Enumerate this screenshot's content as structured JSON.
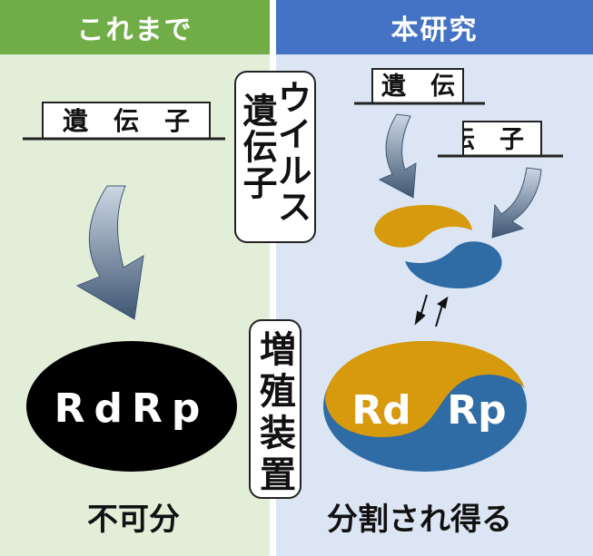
{
  "left": {
    "header": "これまで",
    "gene_label": "遺　伝　子",
    "enzyme_label": "RdRp",
    "caption": "不可分"
  },
  "right": {
    "header": "本研究",
    "gene_label_1": "遺　伝",
    "gene_label_2": "伝　子",
    "enzyme_rd": "Rd",
    "enzyme_rp": "Rp",
    "caption": "分割され得る"
  },
  "center": {
    "virus_col_1": "ウイルス",
    "virus_col_2": "遺伝子",
    "device": "増殖装置"
  },
  "colors": {
    "left_bg": "#e3eed9",
    "right_bg": "#dbe5f3",
    "left_header": "#70ad47",
    "right_header": "#4472c4",
    "orange": "#d69a0c",
    "blue": "#2f6ba5",
    "arrow": "#4f6a8a"
  }
}
